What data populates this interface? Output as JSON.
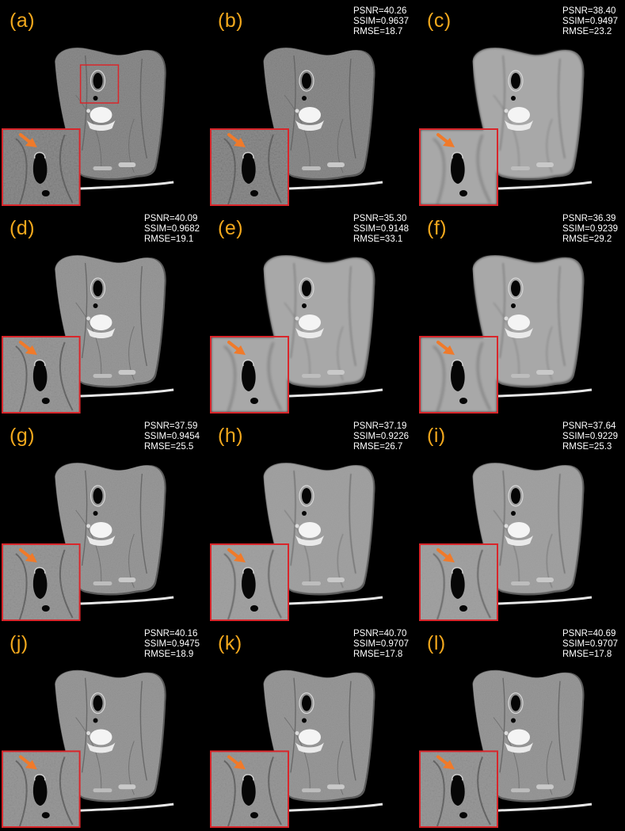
{
  "panels": [
    {
      "label": "(a)",
      "psnr": "",
      "ssim": "",
      "rmse": "",
      "roi_box": true,
      "style": "noisy"
    },
    {
      "label": "(b)",
      "psnr": "PSNR=40.26",
      "ssim": "SSIM=0.9637",
      "rmse": "RMSE=18.7",
      "roi_box": false,
      "style": "noisy"
    },
    {
      "label": "(c)",
      "psnr": "PSNR=38.40",
      "ssim": "SSIM=0.9497",
      "rmse": "RMSE=23.2",
      "roi_box": false,
      "style": "smooth"
    },
    {
      "label": "(d)",
      "psnr": "PSNR=40.09",
      "ssim": "SSIM=0.9682",
      "rmse": "RMSE=19.1",
      "roi_box": false,
      "style": "textured"
    },
    {
      "label": "(e)",
      "psnr": "PSNR=35.30",
      "ssim": "SSIM=0.9148",
      "rmse": "RMSE=33.1",
      "roi_box": false,
      "style": "smooth"
    },
    {
      "label": "(f)",
      "psnr": "PSNR=36.39",
      "ssim": "SSIM=0.9239",
      "rmse": "RMSE=29.2",
      "roi_box": false,
      "style": "smooth"
    },
    {
      "label": "(g)",
      "psnr": "PSNR=37.59",
      "ssim": "SSIM=0.9454",
      "rmse": "RMSE=25.5",
      "roi_box": false,
      "style": "textured"
    },
    {
      "label": "(h)",
      "psnr": "PSNR=37.19",
      "ssim": "SSIM=0.9226",
      "rmse": "RMSE=26.7",
      "roi_box": false,
      "style": "mid"
    },
    {
      "label": "(i)",
      "psnr": "PSNR=37.64",
      "ssim": "SSIM=0.9229",
      "rmse": "RMSE=25.3",
      "roi_box": false,
      "style": "mid"
    },
    {
      "label": "(j)",
      "psnr": "PSNR=40.16",
      "ssim": "SSIM=0.9475",
      "rmse": "RMSE=18.9",
      "roi_box": false,
      "style": "textured"
    },
    {
      "label": "(k)",
      "psnr": "PSNR=40.70",
      "ssim": "SSIM=0.9707",
      "rmse": "RMSE=17.8",
      "roi_box": false,
      "style": "textured"
    },
    {
      "label": "(l)",
      "psnr": "PSNR=40.69",
      "ssim": "SSIM=0.9707",
      "rmse": "RMSE=17.8",
      "roi_box": false,
      "style": "textured"
    }
  ],
  "colors": {
    "label": "#f2a81d",
    "metrics_text": "#ffffff",
    "roi_border": "#d9262b",
    "arrow": "#f07a2a",
    "background": "#000000"
  }
}
